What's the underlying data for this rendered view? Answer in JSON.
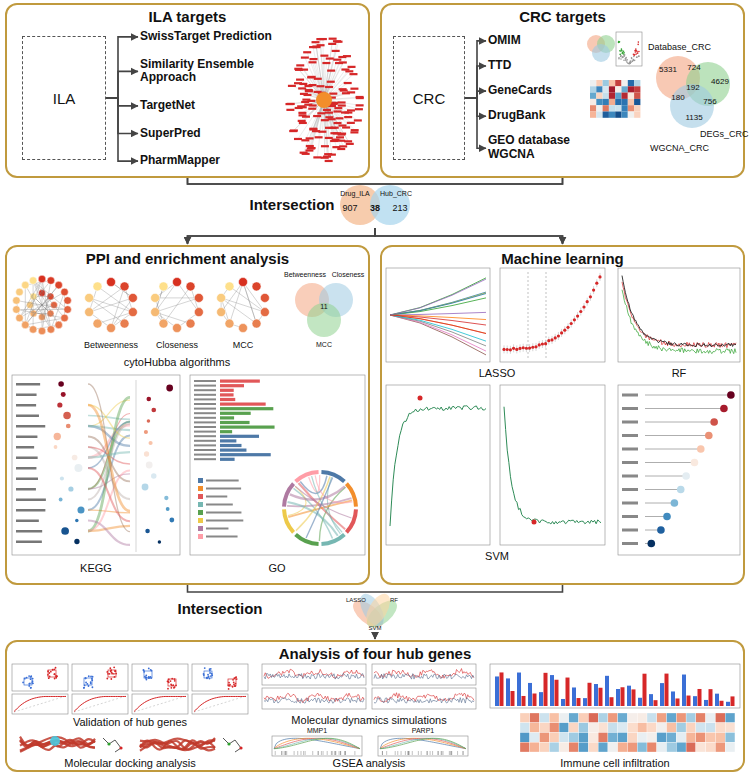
{
  "diagram": {
    "nodes": [
      {
        "text": [
          "ILA targets"
        ]
      },
      {
        "text": [
          "ILA"
        ],
        "in": 0
      },
      {
        "text": [
          "SwissTarget Prediction"
        ],
        "in": 0
      },
      {
        "text": [
          "Similarity Ensemble Approach"
        ],
        "in": 0
      },
      {
        "text": [
          "TargetNet"
        ],
        "in": 0
      },
      {
        "text": [
          "SuperPred"
        ],
        "in": 0
      },
      {
        "text": [
          "PharmMapper"
        ],
        "in": 0
      },
      {
        "text": [
          "CRC targets"
        ]
      },
      {
        "text": [
          "CRC"
        ],
        "in": 7
      },
      {
        "text": [
          "OMIM"
        ],
        "in": 7
      },
      {
        "text": [
          "TTD"
        ],
        "in": 7
      },
      {
        "text": [
          "GeneCards"
        ],
        "in": 7
      },
      {
        "text": [
          "DrugBank"
        ],
        "in": 7
      },
      {
        "text": [
          "GEO database WGCNA"
        ],
        "in": 7
      },
      {
        "text": [
          "PPI and enrichment analysis"
        ]
      },
      {
        "text": [
          "Machine learning"
        ]
      },
      {
        "text": [
          "Analysis of four hub genes"
        ]
      }
    ],
    "edges": [
      {
        "from": 1,
        "to": 2,
        "arrow": "to"
      },
      {
        "from": 1,
        "to": 3,
        "arrow": "to"
      },
      {
        "from": 1,
        "to": 4,
        "arrow": "to"
      },
      {
        "from": 1,
        "to": 5,
        "arrow": "to"
      },
      {
        "from": 1,
        "to": 6,
        "arrow": "to"
      },
      {
        "from": 8,
        "to": 9,
        "arrow": "to"
      },
      {
        "from": 8,
        "to": 10,
        "arrow": "to"
      },
      {
        "from": 8,
        "to": 11,
        "arrow": "to"
      },
      {
        "from": 8,
        "to": 12,
        "arrow": "to"
      },
      {
        "from": 8,
        "to": 13,
        "arrow": "to"
      },
      {
        "from": 0,
        "to": 14,
        "arrow": "to"
      },
      {
        "from": 0,
        "to": 15,
        "arrow": "to"
      },
      {
        "from": 7,
        "to": 14,
        "arrow": "to"
      },
      {
        "from": 7,
        "to": 15,
        "arrow": "to"
      },
      {
        "from": 14,
        "to": 16,
        "arrow": "to"
      },
      {
        "from": 15,
        "to": 16,
        "arrow": "to"
      }
    ],
    "labels": [
      "Database_CRC",
      "DEGs_CRC",
      "WGCNA_CRC",
      "5331",
      "724",
      "4629",
      "180",
      "192",
      "756",
      "1135",
      "Intersection",
      "Drug_ILA",
      "Hub_CRC",
      "907",
      "38",
      "213",
      "cytoHubba algorithms",
      "Betweenness",
      "Closeness",
      "MCC",
      "Betweenness",
      "Closeness",
      "MCC",
      "KEGG",
      "GO",
      "LASSO",
      "RF",
      "SVM",
      "Intersection",
      "LASSO",
      "RF",
      "SVM",
      "Validation of hub genes",
      "Molecular docking analysis",
      "Molecular dynamics simulations",
      "MMP1",
      "PARP1",
      "GSEA analysis",
      "Immune cell infiltration",
      "11"
    ]
  }
}
